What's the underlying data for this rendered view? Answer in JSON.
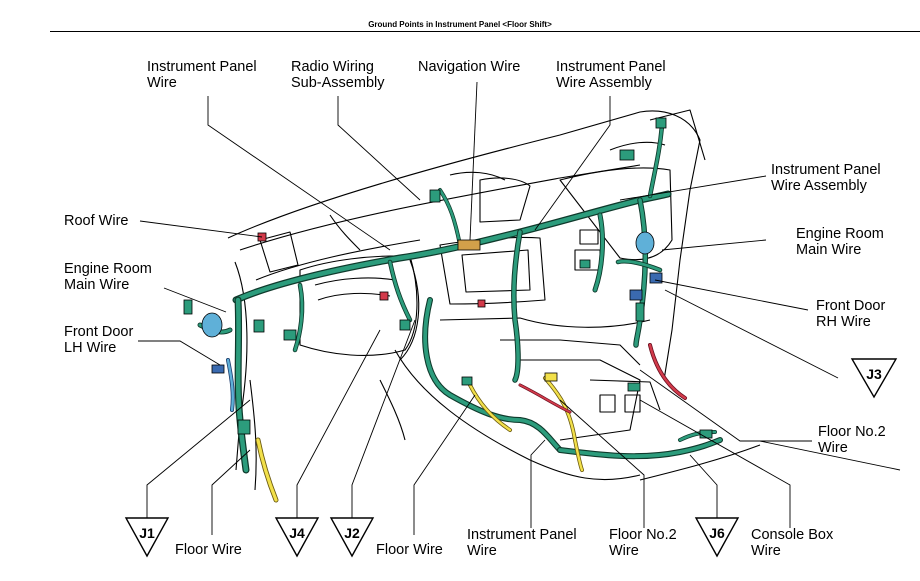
{
  "title": "Ground Points in Instrument Panel <Floor Shift>",
  "colors": {
    "harness": "#2c9c7c",
    "harness_edge": "#0f3a2c",
    "yellow": "#f2e04a",
    "red": "#d23a4a",
    "blue": "#5fb0d8",
    "line": "#000000"
  },
  "labels": {
    "ip_wire_top": [
      "Instrument Panel",
      "Wire"
    ],
    "radio_wiring": [
      "Radio Wiring",
      "Sub-Assembly"
    ],
    "navigation": [
      "Navigation Wire"
    ],
    "ip_assy_top": [
      "Instrument Panel",
      "Wire Assembly"
    ],
    "ip_assy_right": [
      "Instrument Panel",
      "Wire Assembly"
    ],
    "roof": [
      "Roof Wire"
    ],
    "engine_left": [
      "Engine Room",
      "Main Wire"
    ],
    "engine_right": [
      "Engine Room",
      "Main Wire"
    ],
    "fdoor_lh": [
      "Front Door",
      "LH Wire"
    ],
    "fdoor_rh": [
      "Front Door",
      "RH Wire"
    ],
    "floor2_right": [
      "Floor No.2",
      "Wire"
    ],
    "floor_wire_1": [
      "Floor Wire"
    ],
    "floor_wire_2": [
      "Floor Wire"
    ],
    "ip_wire_bottom": [
      "Instrument Panel",
      "Wire"
    ],
    "floor2_bottom": [
      "Floor No.2",
      "Wire"
    ],
    "console": [
      "Console Box",
      "Wire"
    ]
  },
  "junctions": {
    "j1": "J1",
    "j4": "J4",
    "j2": "J2",
    "j6": "J6",
    "j3": "J3"
  }
}
